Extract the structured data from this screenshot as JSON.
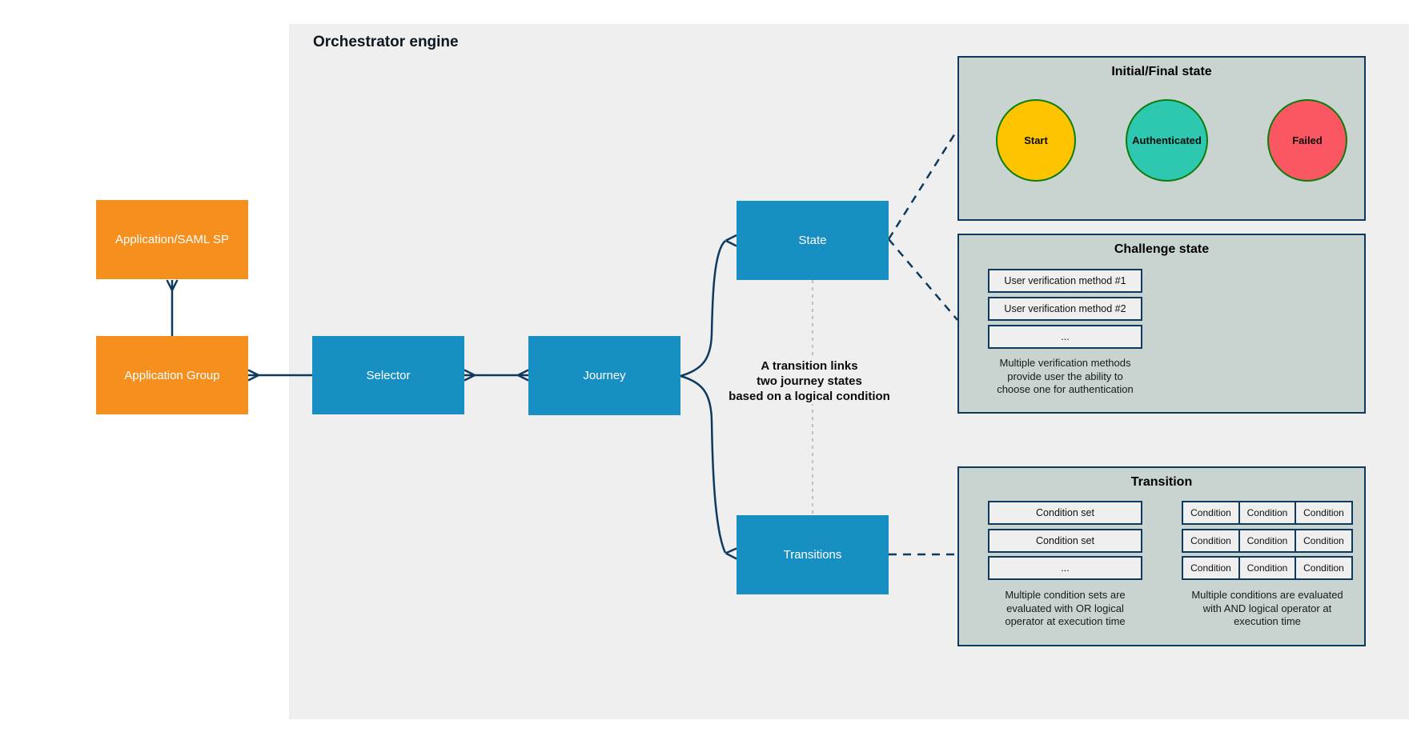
{
  "engine": {
    "title": "Orchestrator engine"
  },
  "nodes": {
    "app_saml": {
      "label": "Application/SAML SP"
    },
    "app_group": {
      "label": "Application Group"
    },
    "selector": {
      "label": "Selector"
    },
    "journey": {
      "label": "Journey"
    },
    "state": {
      "label": "State"
    },
    "transitions": {
      "label": "Transitions"
    }
  },
  "annotation": {
    "lines": [
      "A transition links",
      "two journey states",
      "based on a logical condition"
    ]
  },
  "panels": {
    "initial_final": {
      "title": "Initial/Final state",
      "circles": [
        {
          "label": "Start",
          "fill": "#FFC400"
        },
        {
          "label": "Authenticated",
          "fill": "#2EC8B0"
        },
        {
          "label": "Failed",
          "fill": "#FB5762"
        }
      ]
    },
    "challenge": {
      "title": "Challenge state",
      "boxes": [
        "User verification method #1",
        "User verification method #2",
        "..."
      ],
      "note": [
        "Multiple verification methods",
        "provide user the ability to",
        "choose one for authentication"
      ]
    },
    "transition": {
      "title": "Transition",
      "condition_sets": [
        "Condition set",
        "Condition set",
        "..."
      ],
      "condition_grid": [
        [
          "Condition",
          "Condition",
          "Condition"
        ],
        [
          "Condition",
          "Condition",
          "Condition"
        ],
        [
          "Condition",
          "Condition",
          "Condition"
        ]
      ],
      "or_note": [
        "Multiple condition sets are",
        "evaluated with OR logical",
        "operator at execution time"
      ],
      "and_note": [
        "Multiple conditions are evaluated",
        "with AND logical operator at",
        "execution time"
      ]
    }
  },
  "colors": {
    "navy": "#0D3A5E",
    "engine_bg": "#EFEFEF",
    "card_bg": "#C9D3D0",
    "blue_node": "#178FC3",
    "orange_node": "#F5901F",
    "start_fill": "#FFC400",
    "authenticated_fill": "#2EC8B0",
    "failed_fill": "#FB5762",
    "circle_stroke": "#0B7D0B",
    "gray_dash": "#B5B5B5"
  }
}
